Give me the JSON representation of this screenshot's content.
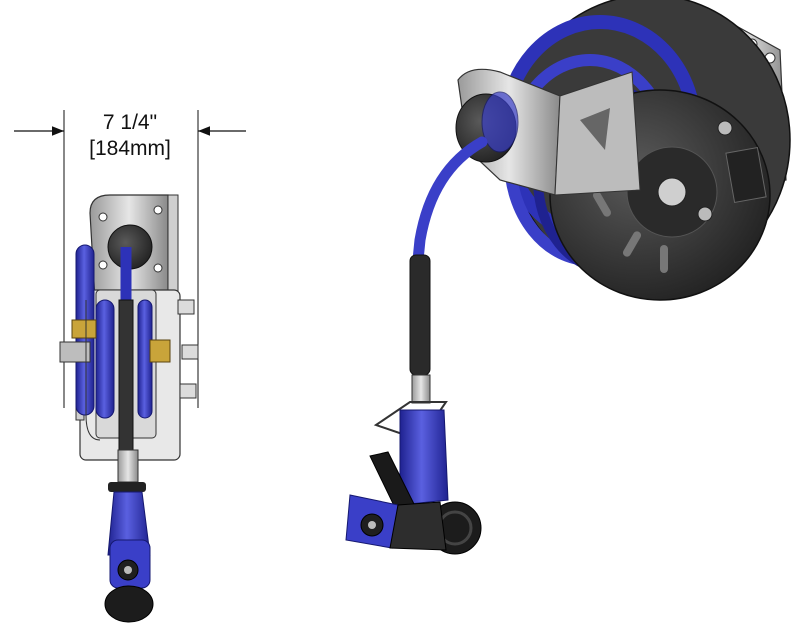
{
  "dimension": {
    "imperial": "7 1/4\"",
    "metric": "[184mm]"
  },
  "colors": {
    "hose_blue": "#3a3fc8",
    "hose_blue_dark": "#1f2290",
    "metal_gray": "#bfbfbf",
    "dark_gray": "#4a4a4a",
    "reel_black": "#2b2b2b"
  },
  "views": [
    "side-view",
    "isometric-view"
  ]
}
